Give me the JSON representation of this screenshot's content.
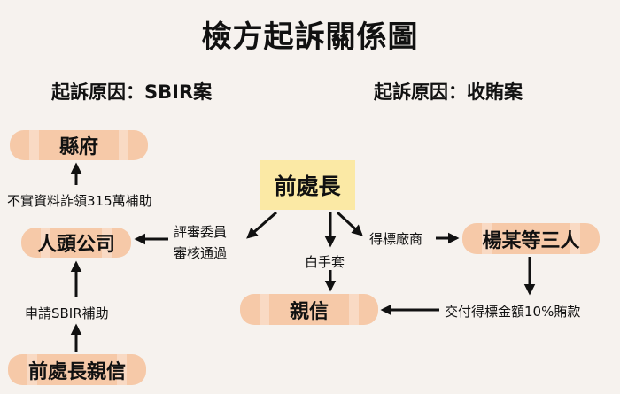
{
  "title": "檢方起訴關係圖",
  "causes": {
    "left": "起訴原因：SBIR案",
    "right": "起訴原因：收賄案"
  },
  "nodes": {
    "county_office": "縣府",
    "proxy_company": "人頭公司",
    "confidant_left": "前處長親信",
    "former_director": "前處長",
    "confidant": "親信",
    "yang_three": "楊某等三人"
  },
  "edge_labels": {
    "fraud_grant": "不實資料詐領315萬補助",
    "apply_grant": "申請SBIR補助",
    "committee_line1": "評審委員",
    "committee_line2": "審核通過",
    "white_glove": "白手套",
    "winning_vendor": "得標廠商",
    "bribe": "交付得標金額10%賄款"
  }
}
